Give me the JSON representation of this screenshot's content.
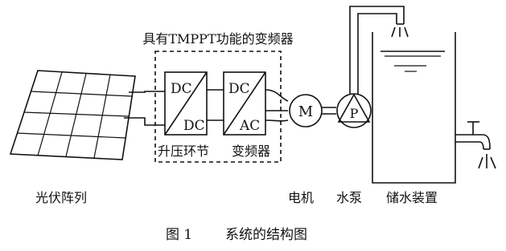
{
  "diagram": {
    "frame_title": "具有TMPPT功能的变频器",
    "boost_block": {
      "top": "DC",
      "bottom": "DC"
    },
    "inverter_block": {
      "top": "DC",
      "bottom": "AC"
    },
    "boost_label": "升压环节",
    "inverter_label": "变频器",
    "motor_symbol": "M",
    "pump_symbol": "P",
    "pv_label": "光伏阵列",
    "motor_label": "电机",
    "pump_label": "水泵",
    "tank_label": "储水装置"
  },
  "caption": {
    "figure_number": "图 1",
    "title": "系统的结构图"
  }
}
